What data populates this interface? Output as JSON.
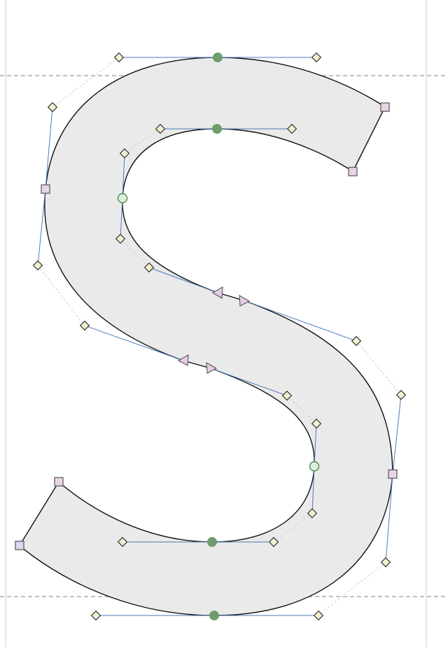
{
  "editor": {
    "glyph_name": "",
    "colors": {
      "glyph_fill": "#eaeaea",
      "outline": "#111111",
      "handle_line": "#4a7ab8",
      "smooth_point": "#6e9e6e",
      "corner_point": "#e8d4e4",
      "offcurve_point": "#f2f2d0"
    },
    "point_types": [
      "smooth-filled",
      "smooth-open",
      "corner",
      "offcurve",
      "direction-arrow"
    ]
  }
}
